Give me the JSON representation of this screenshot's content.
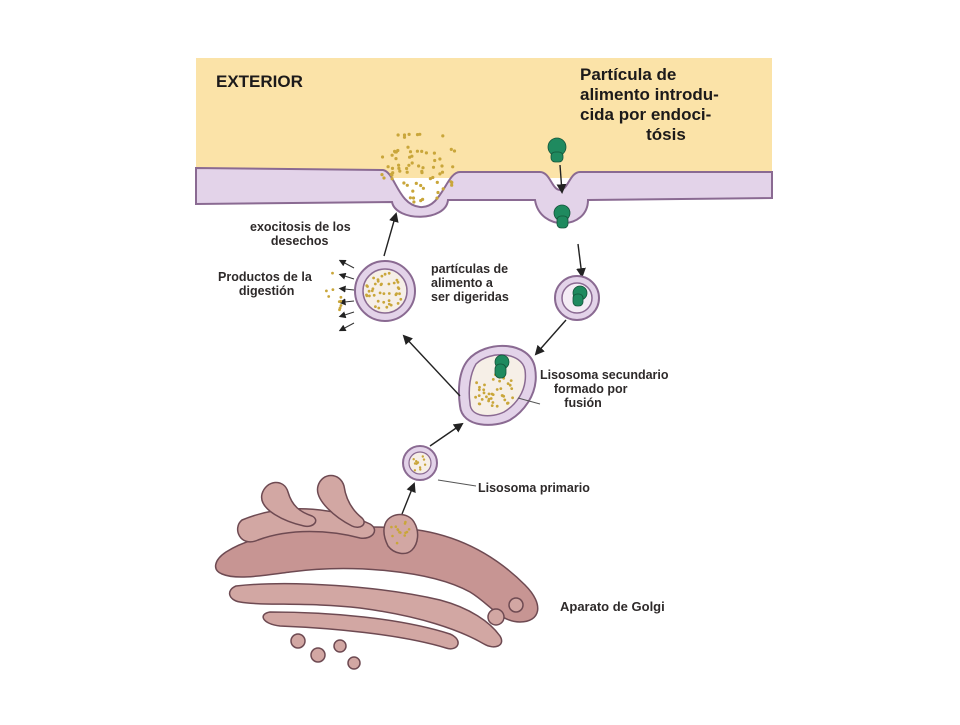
{
  "labels": {
    "exterior": "EXTERIOR",
    "particula": "Partícula de\nalimento introdu-\ncida por endoci-\n              tósis",
    "exocitosis": "exocitosis de los\n      desechos",
    "productos": "Productos de la\n      digestión",
    "particulas_digeridas": "partículas de\nalimento a\nser digeridas",
    "lisosoma_secundario": "Lisosoma secundario\n    formado por\n       fusión",
    "lisosoma_primario": "Lisosoma primario",
    "golgi": "Aparato de Golgi"
  },
  "colors": {
    "exterior": "#fbe3a8",
    "membrane": "#e3d3e9",
    "membrane_outline": "#8a6a92",
    "golgi": "#c79593",
    "food_particle": "#1f8a5f",
    "granule": "#c9a63a",
    "arrow": "#222222"
  }
}
